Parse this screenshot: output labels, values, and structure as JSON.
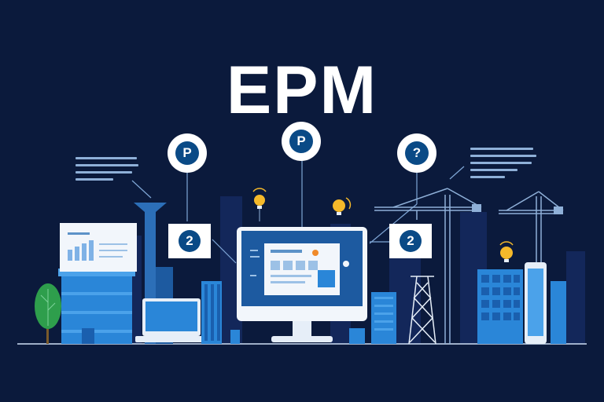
{
  "title": "EPM",
  "nodes": {
    "top_left": "P",
    "top_center": "P",
    "top_right": "?"
  },
  "boxes": {
    "left": "2",
    "right": "2"
  },
  "icons": [
    "p-circle-icon",
    "question-circle-icon",
    "number-2-icon",
    "lightbulb-icon",
    "tree-icon",
    "crane-icon",
    "laptop-icon",
    "monitor-icon",
    "phone-icon"
  ],
  "colors": {
    "background": "#0b1a3c",
    "accent_blue": "#2a86d8",
    "node_fill": "#0a4a86",
    "bulb": "#f5b92a",
    "tree": "#2e9e4c"
  }
}
